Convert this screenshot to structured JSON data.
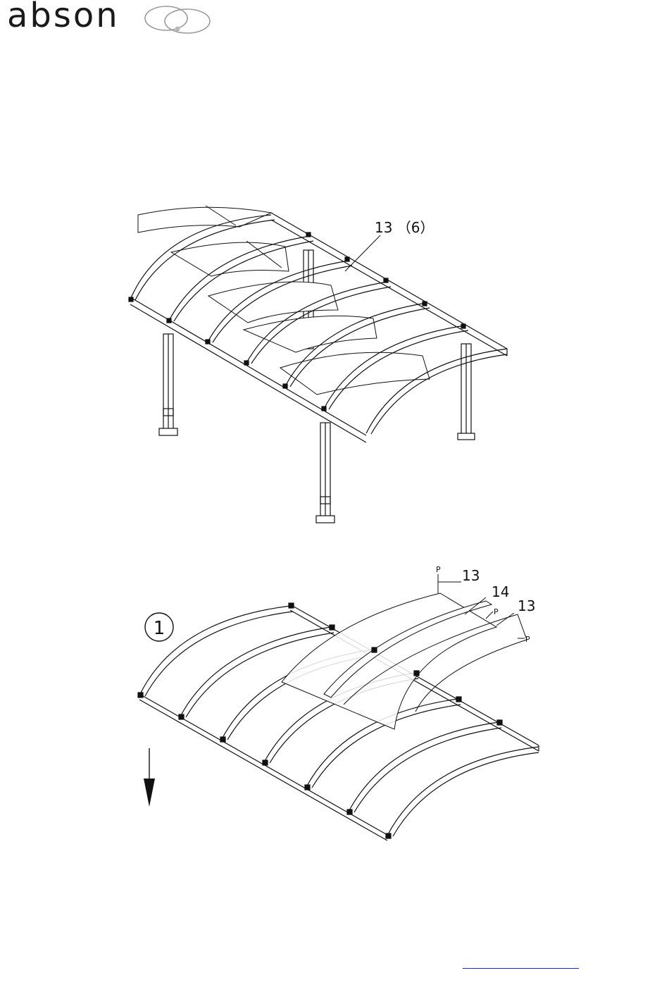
{
  "header": {
    "logo_text": "abson",
    "logo_icon": "interlocking-rings-icon"
  },
  "diagram_top": {
    "callouts": [
      {
        "label": "13 （6）"
      }
    ]
  },
  "diagram_bottom": {
    "step_number": "1",
    "callouts": [
      {
        "label": "13"
      },
      {
        "label": "14"
      },
      {
        "label": "13"
      },
      {
        "label": "P"
      },
      {
        "label": "P"
      },
      {
        "label": "P"
      }
    ],
    "arrow_icon": "down-arrow-icon"
  },
  "footer": {
    "link_text": ""
  }
}
